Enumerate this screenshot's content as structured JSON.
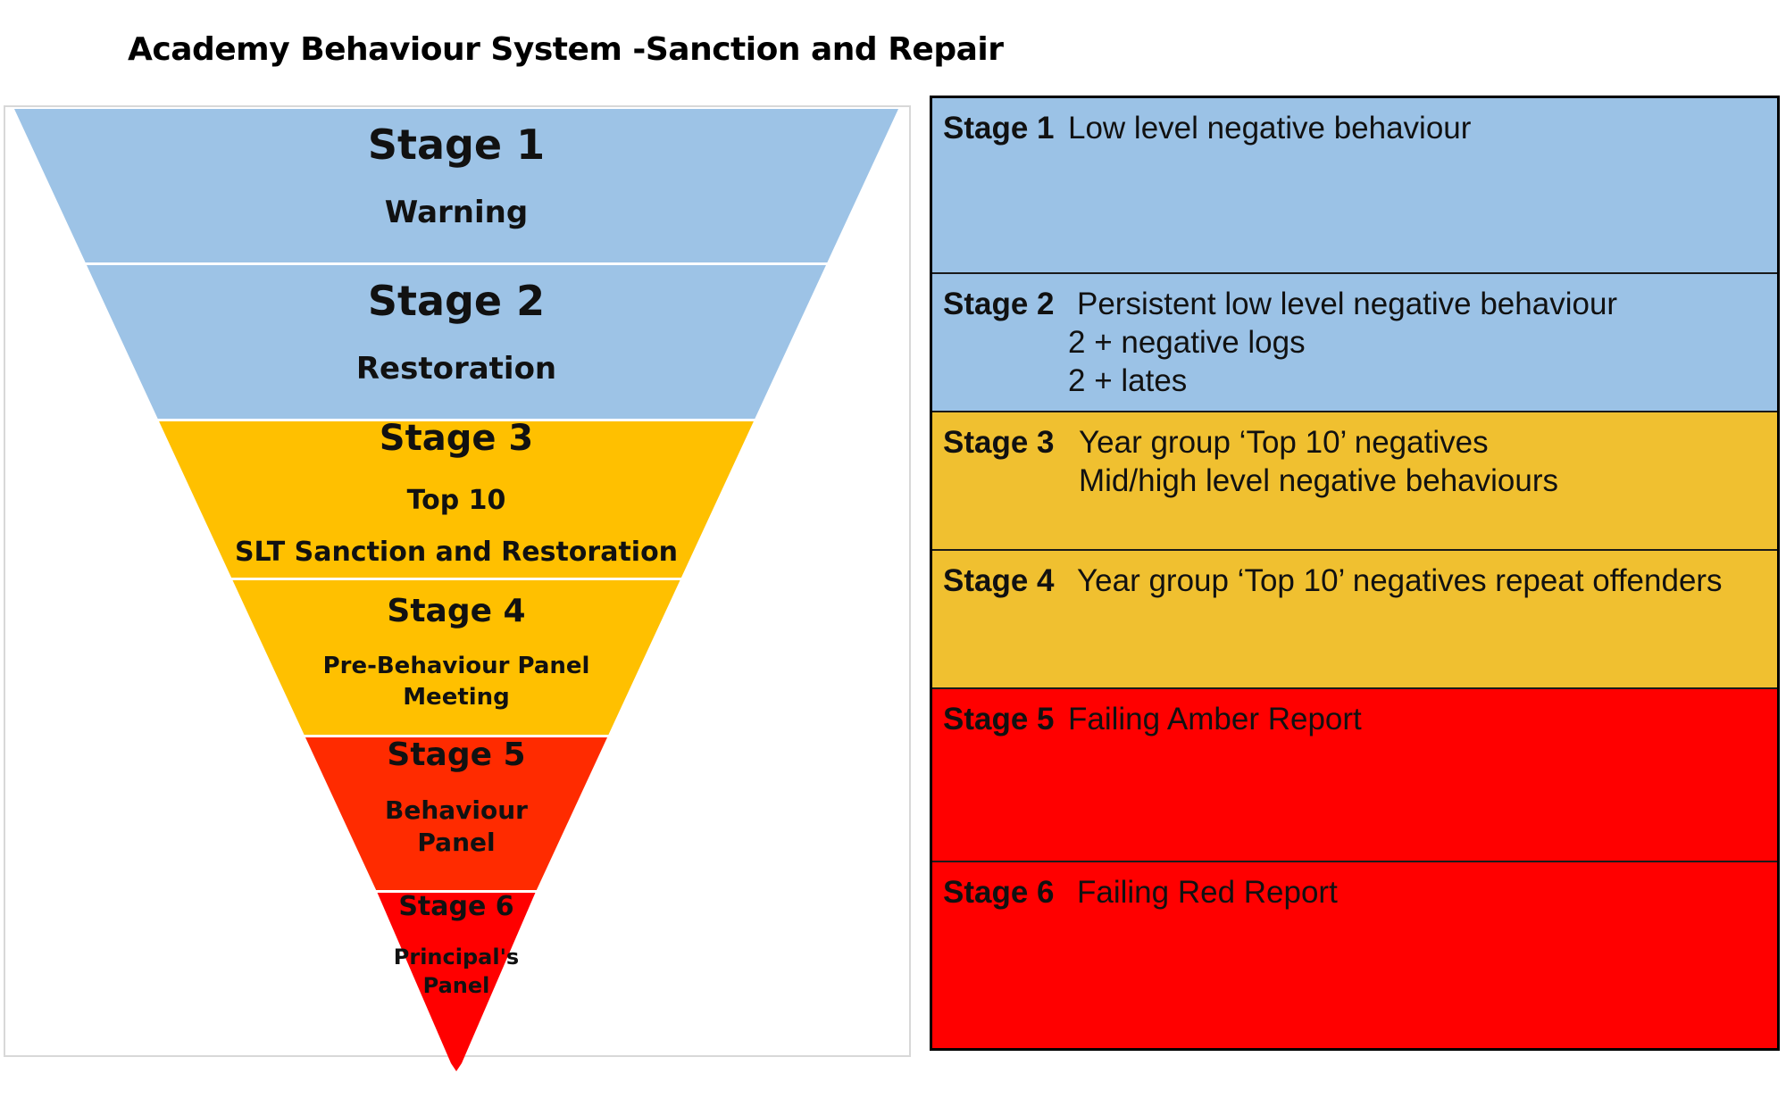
{
  "title": "Academy Behaviour System -Sanction and Repair",
  "colors": {
    "blue": "#9dc3e6",
    "yellow": "#ffc000",
    "red_orange": "#ff2b00",
    "red": "#ff0000",
    "table_blue": "#9bc2e6",
    "table_yellow": "#f0c030",
    "table_red": "#ff0000"
  },
  "funnel": {
    "layers": [
      {
        "stage": "Stage 1",
        "lines": [
          "Warning"
        ],
        "color": "#9dc3e6"
      },
      {
        "stage": "Stage 2",
        "lines": [
          "Restoration"
        ],
        "color": "#9dc3e6"
      },
      {
        "stage": "Stage 3",
        "lines": [
          "Top 10",
          "SLT Sanction and Restoration"
        ],
        "color": "#ffc000"
      },
      {
        "stage": "Stage 4",
        "lines": [
          "Pre-Behaviour Panel",
          "Meeting"
        ],
        "color": "#ffc000"
      },
      {
        "stage": "Stage 5",
        "lines": [
          "Behaviour",
          "Panel"
        ],
        "color": "#ff2b00"
      },
      {
        "stage": "Stage 6",
        "lines": [
          "Principal's",
          "Panel"
        ],
        "color": "#ff0000"
      }
    ]
  },
  "table": {
    "rows": [
      {
        "label": "Stage 1",
        "lines": [
          "Low level negative behaviour"
        ],
        "color": "#9bc2e6"
      },
      {
        "label": "Stage 2",
        "lines": [
          "Persistent low level negative behaviour",
          "2 + negative logs",
          "2 + lates"
        ],
        "color": "#9bc2e6"
      },
      {
        "label": "Stage 3",
        "lines": [
          "Year group ‘Top 10’ negatives",
          "Mid/high level negative behaviours"
        ],
        "color": "#f0c030"
      },
      {
        "label": "Stage 4",
        "lines": [
          "Year group ‘Top 10’ negatives repeat offenders"
        ],
        "color": "#f0c030"
      },
      {
        "label": "Stage 5",
        "lines": [
          "Failing Amber Report"
        ],
        "color": "#ff0000"
      },
      {
        "label": "Stage 6",
        "lines": [
          "Failing Red Report"
        ],
        "color": "#ff0000"
      }
    ]
  }
}
